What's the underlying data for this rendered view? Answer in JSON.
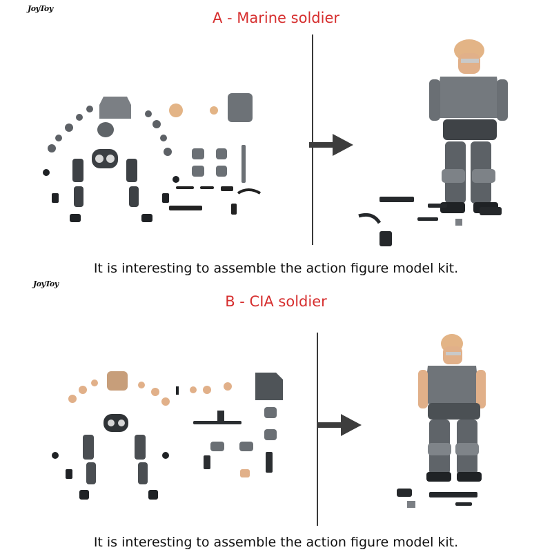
{
  "brand": {
    "logo_text": "JoyToy"
  },
  "panel_a": {
    "title": "A - Marine soldier",
    "caption": "It is interesting to assemble the action figure model kit."
  },
  "panel_b": {
    "title": "B - CIA soldier",
    "caption": "It is interesting to assemble the action figure model kit."
  },
  "colors": {
    "title_red": "#d62f2f",
    "parts_gray": "#6f7479",
    "parts_dark": "#25282b",
    "skin": "#e1b089",
    "helmet_tan": "#e3b486"
  },
  "icons": [
    "right-arrow-icon"
  ]
}
